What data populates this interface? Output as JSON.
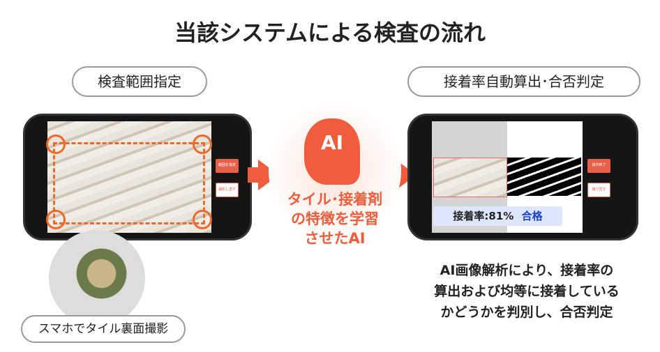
{
  "title": "当該システムによる検査の流れ",
  "left": {
    "label": "検査範囲指定",
    "btn1": "範囲を指定",
    "btn2": "撮影し直す",
    "caption": "スマホでタイル裏面撮影"
  },
  "ai": {
    "badge": "AI",
    "text1": "タイル･接着剤",
    "text2": "の特徴を学習",
    "text3": "させたAI"
  },
  "right": {
    "label": "接着率自動算出･合否判定",
    "btn1": "操作終了",
    "btn2": "撮り直す",
    "result_label": "接着率:81%",
    "result_status": "合格",
    "desc1": "AI画像解析により、接着率の",
    "desc2": "算出および均等に接着している",
    "desc3": "かどうかを判別し、合否判定"
  },
  "colors": {
    "accent": "#ef5d3c",
    "pass": "#1a3fd6"
  }
}
